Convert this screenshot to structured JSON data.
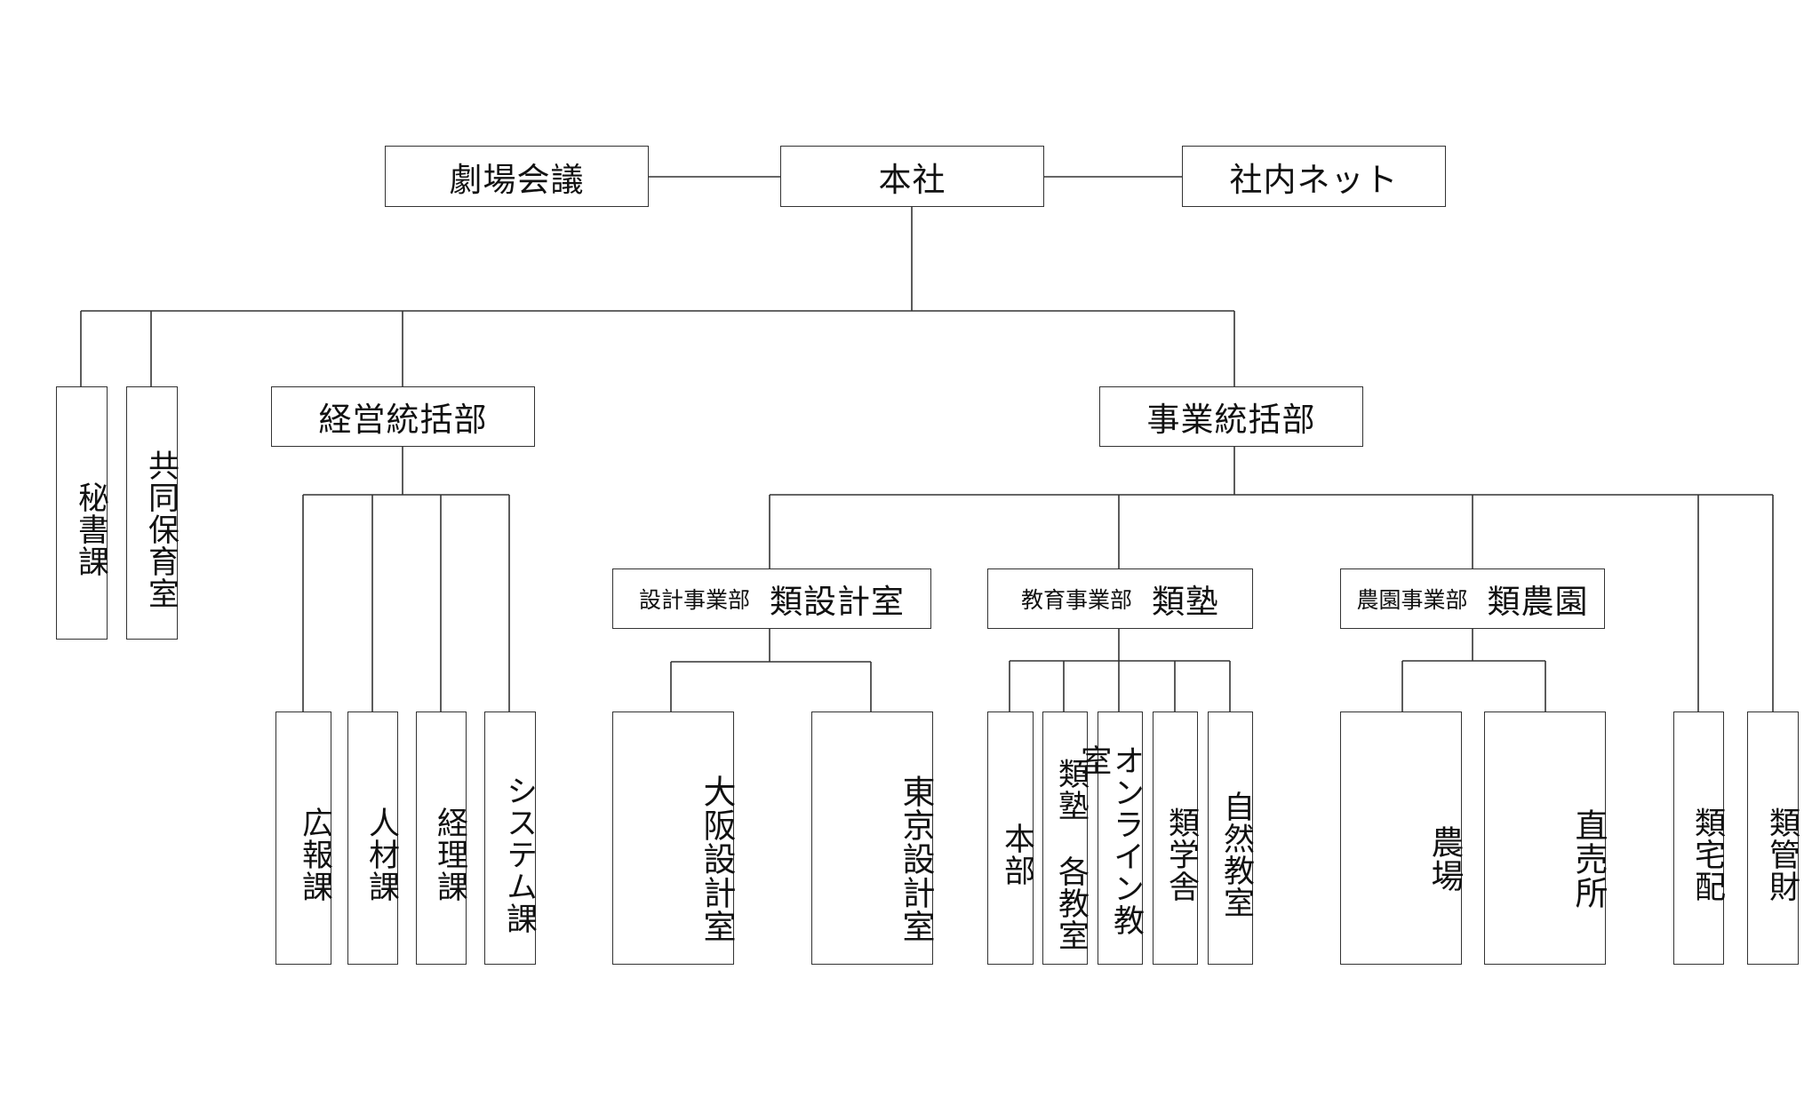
{
  "org": {
    "top": {
      "theater_meeting": "劇場会議",
      "head_office": "本社",
      "intranet": "社内ネット"
    },
    "level2": {
      "secretary": "秘書課",
      "daycare": "共同保育室",
      "management_hq": "経営統括部",
      "business_hq": "事業統括部"
    },
    "management": {
      "pr": "広報課",
      "hr": "人材課",
      "accounting": "経理課",
      "systems": "システム課"
    },
    "design": {
      "division": "設計事業部",
      "name": "類設計室",
      "osaka": "大阪設計室",
      "tokyo": "東京設計室"
    },
    "education": {
      "division": "教育事業部",
      "name": "類塾",
      "honbu": "本部",
      "juku_col1": "類塾",
      "juku_col2": "各教室",
      "online": "オンライン教室",
      "gakusha": "類学舎",
      "nature": "自然教室"
    },
    "farm": {
      "division": "農園事業部",
      "name": "類農園",
      "farm": "農場",
      "shop": "直売所"
    },
    "others": {
      "delivery": "類宅配",
      "property": "類管財"
    }
  }
}
